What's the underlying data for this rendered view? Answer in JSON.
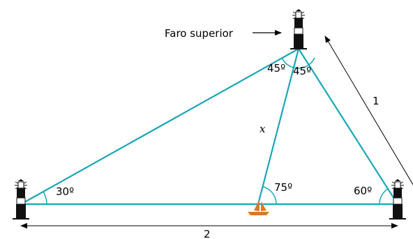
{
  "labels": {
    "top_lighthouse": "Faro superior",
    "variable": "x",
    "distance_right": "1",
    "distance_bottom": "2"
  },
  "angles": {
    "left": "30º",
    "top_left": "45º",
    "top_right": "45º",
    "boat": "75º",
    "right": "60º"
  },
  "colors": {
    "lines": "#1aa6b7",
    "boat": "#d9782a",
    "lighthouse": "#111111",
    "arrows": "#000000"
  },
  "icons": {
    "lighthouse": "lighthouse-icon",
    "boat": "sailboat-icon"
  }
}
